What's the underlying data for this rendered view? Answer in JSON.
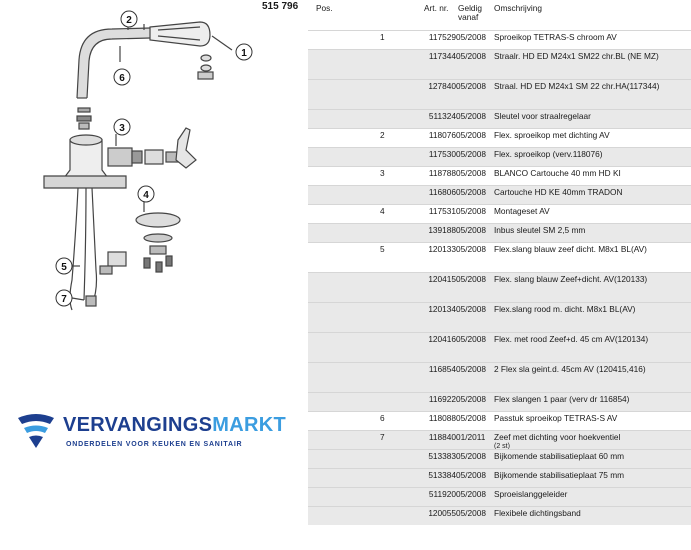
{
  "model_number": "515 796",
  "header": {
    "pos": "Pos.",
    "art": "Art. nr.",
    "date": "Geldig vanaf",
    "desc": "Omschrijving"
  },
  "callouts": [
    "1",
    "2",
    "3",
    "4",
    "5",
    "6",
    "7"
  ],
  "logo": {
    "part1": "VERVANGINGS",
    "part2": "MARKT",
    "tagline": "ONDERDELEN VOOR KEUKEN EN SANITAIR"
  },
  "rows": [
    {
      "pos": "1",
      "art": "117529",
      "date": "05/2008",
      "desc": "Sproeikop TETRAS-S chroom AV",
      "note": ""
    },
    {
      "pos": "",
      "art": "117344",
      "date": "05/2008",
      "desc": "Straalr. HD ED M24x1 SM22 chr.BL (NE MZ)",
      "note": ""
    },
    {
      "pos": "",
      "art": "127840",
      "date": "05/2008",
      "desc": "Straal. HD ED M24x1 SM 22 chr.HA(117344)",
      "note": ""
    },
    {
      "pos": "",
      "art": "511324",
      "date": "05/2008",
      "desc": "Sleutel voor straalregelaar",
      "note": ""
    },
    {
      "pos": "2",
      "art": "118076",
      "date": "05/2008",
      "desc": "Flex. sproeikop met dichting AV",
      "note": ""
    },
    {
      "pos": "",
      "art": "117530",
      "date": "05/2008",
      "desc": "Flex. sproeikop (verv.118076)",
      "note": ""
    },
    {
      "pos": "3",
      "art": "118788",
      "date": "05/2008",
      "desc": "BLANCO Cartouche 40 mm HD KI",
      "note": ""
    },
    {
      "pos": "",
      "art": "116806",
      "date": "05/2008",
      "desc": "Cartouche HD KE 40mm TRADON",
      "note": ""
    },
    {
      "pos": "4",
      "art": "117531",
      "date": "05/2008",
      "desc": "Montageset AV",
      "note": ""
    },
    {
      "pos": "",
      "art": "139188",
      "date": "05/2008",
      "desc": "Inbus sleutel SM 2,5 mm",
      "note": ""
    },
    {
      "pos": "5",
      "art": "120133",
      "date": "05/2008",
      "desc": "Flex.slang blauw zeef dicht. M8x1 BL(AV)",
      "note": ""
    },
    {
      "pos": "",
      "art": "120415",
      "date": "05/2008",
      "desc": "Flex. slang blauw Zeef+dicht. AV(120133)",
      "note": ""
    },
    {
      "pos": "",
      "art": "120134",
      "date": "05/2008",
      "desc": "Flex.slang rood m. dicht. M8x1 BL(AV)",
      "note": ""
    },
    {
      "pos": "",
      "art": "120416",
      "date": "05/2008",
      "desc": "Flex. met rood Zeef+d. 45 cm AV(120134)",
      "note": ""
    },
    {
      "pos": "",
      "art": "116854",
      "date": "05/2008",
      "desc": "2 Flex sla geint.d. 45cm AV (120415,416)",
      "note": ""
    },
    {
      "pos": "",
      "art": "116922",
      "date": "05/2008",
      "desc": "Flex slangen 1 paar (verv dr 116854)",
      "note": ""
    },
    {
      "pos": "6",
      "art": "118088",
      "date": "05/2008",
      "desc": "Passtuk sproeikop TETRAS-S AV",
      "note": ""
    },
    {
      "pos": "7",
      "art": "118840",
      "date": "01/2011",
      "desc": "Zeef met dichting voor hoekventiel",
      "note": "(2 st)"
    },
    {
      "pos": "",
      "art": "513383",
      "date": "05/2008",
      "desc": "Bijkomende stabilisatieplaat 60 mm",
      "note": ""
    },
    {
      "pos": "",
      "art": "513384",
      "date": "05/2008",
      "desc": "Bijkomende stabilisatieplaat 75 mm",
      "note": ""
    },
    {
      "pos": "",
      "art": "511920",
      "date": "05/2008",
      "desc": "Sproeislanggeleider",
      "note": ""
    },
    {
      "pos": "",
      "art": "120055",
      "date": "05/2008",
      "desc": "Flexibele dichtingsband",
      "note": ""
    }
  ]
}
